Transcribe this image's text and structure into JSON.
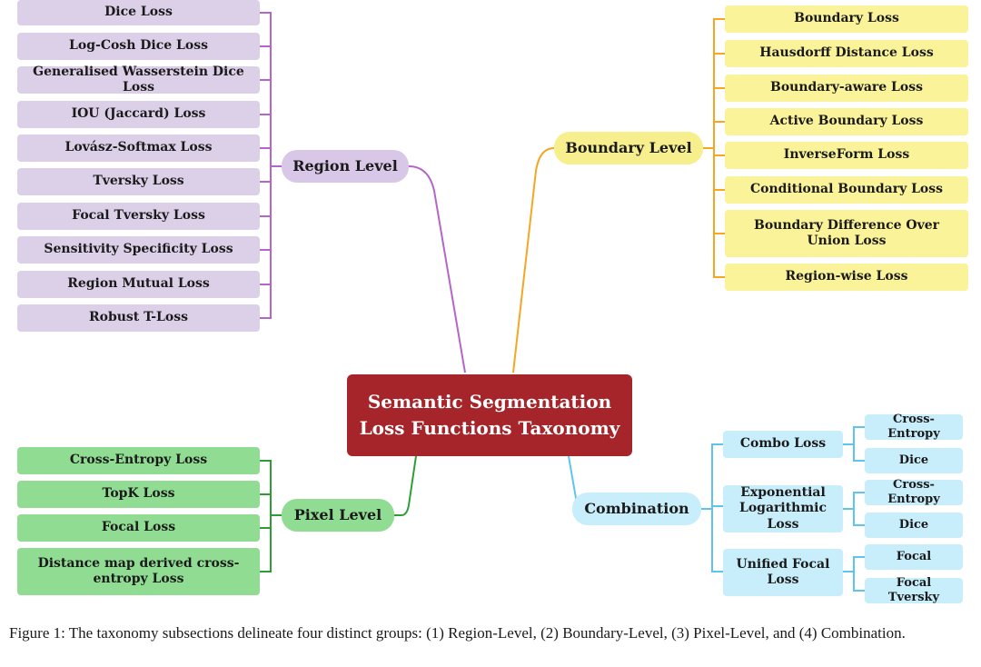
{
  "root": {
    "line1": "Semantic Segmentation",
    "line2": "Loss Functions Taxonomy"
  },
  "region": {
    "label": "Region Level",
    "items": [
      "Dice Loss",
      "Log-Cosh Dice Loss",
      "Generalised Wasserstein Dice Loss",
      "IOU (Jaccard) Loss",
      "Lovász-Softmax Loss",
      "Tversky Loss",
      "Focal Tversky Loss",
      "Sensitivity Specificity Loss",
      "Region Mutual Loss",
      "Robust T-Loss"
    ]
  },
  "boundary": {
    "label": "Boundary Level",
    "items": [
      "Boundary Loss",
      "Hausdorff Distance Loss",
      "Boundary-aware Loss",
      "Active Boundary Loss",
      "InverseForm Loss",
      "Conditional Boundary Loss",
      "Boundary Difference Over Union Loss",
      "Region-wise Loss"
    ]
  },
  "pixel": {
    "label": "Pixel Level",
    "items": [
      "Cross-Entropy Loss",
      "TopK Loss",
      "Focal Loss",
      "Distance map derived cross-entropy Loss"
    ]
  },
  "combination": {
    "label": "Combination",
    "groups": [
      {
        "label": "Combo Loss",
        "items": [
          "Cross-Entropy",
          "Dice"
        ]
      },
      {
        "label": "Exponential Logarithmic Loss",
        "items": [
          "Cross-Entropy",
          "Dice"
        ]
      },
      {
        "label": "Unified Focal Loss",
        "items": [
          "Focal",
          "Focal Tversky"
        ]
      }
    ]
  },
  "colors": {
    "root": "#a6252b",
    "region": "#b565c9",
    "boundary": "#f5a623",
    "pixel": "#2e9e34",
    "combination": "#5ec3ef"
  },
  "caption": "Figure 1: The taxonomy subsections delineate four distinct groups: (1) Region-Level, (2) Boundary-Level, (3) Pixel-Level, and (4) Combination."
}
